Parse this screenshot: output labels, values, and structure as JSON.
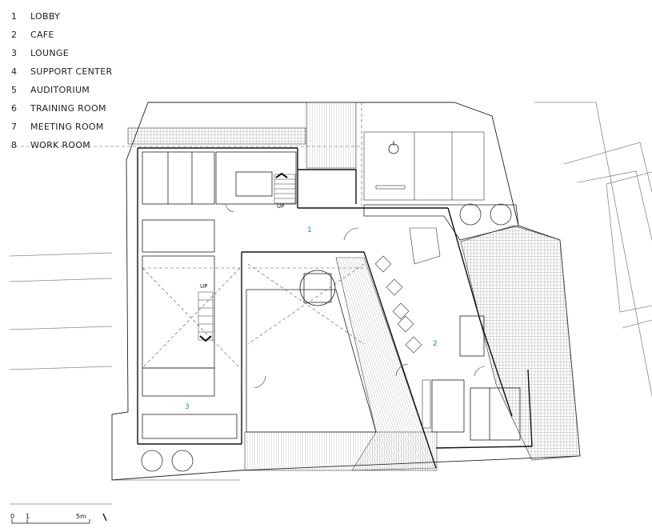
{
  "legend": [
    {
      "num": "1",
      "label": "LOBBY"
    },
    {
      "num": "2",
      "label": "CAFE"
    },
    {
      "num": "3",
      "label": "LOUNGE"
    },
    {
      "num": "4",
      "label": "SUPPORT CENTER"
    },
    {
      "num": "5",
      "label": "AUDITORIUM"
    },
    {
      "num": "6",
      "label": "TRAINING ROOM"
    },
    {
      "num": "7",
      "label": "MEETING ROOM"
    },
    {
      "num": "8",
      "label": "WORK ROOM"
    }
  ],
  "plan": {
    "room_labels": {
      "lobby": "1",
      "cafe": "2",
      "lounge": "3"
    },
    "stair_labels": {
      "main": "UP",
      "lounge": "UP"
    }
  },
  "scale_bar": {
    "tick_0": "0",
    "tick_1": "1",
    "tick_5": "5m"
  },
  "colors": {
    "room_number": "#1a8ab8",
    "line": "#222222"
  }
}
